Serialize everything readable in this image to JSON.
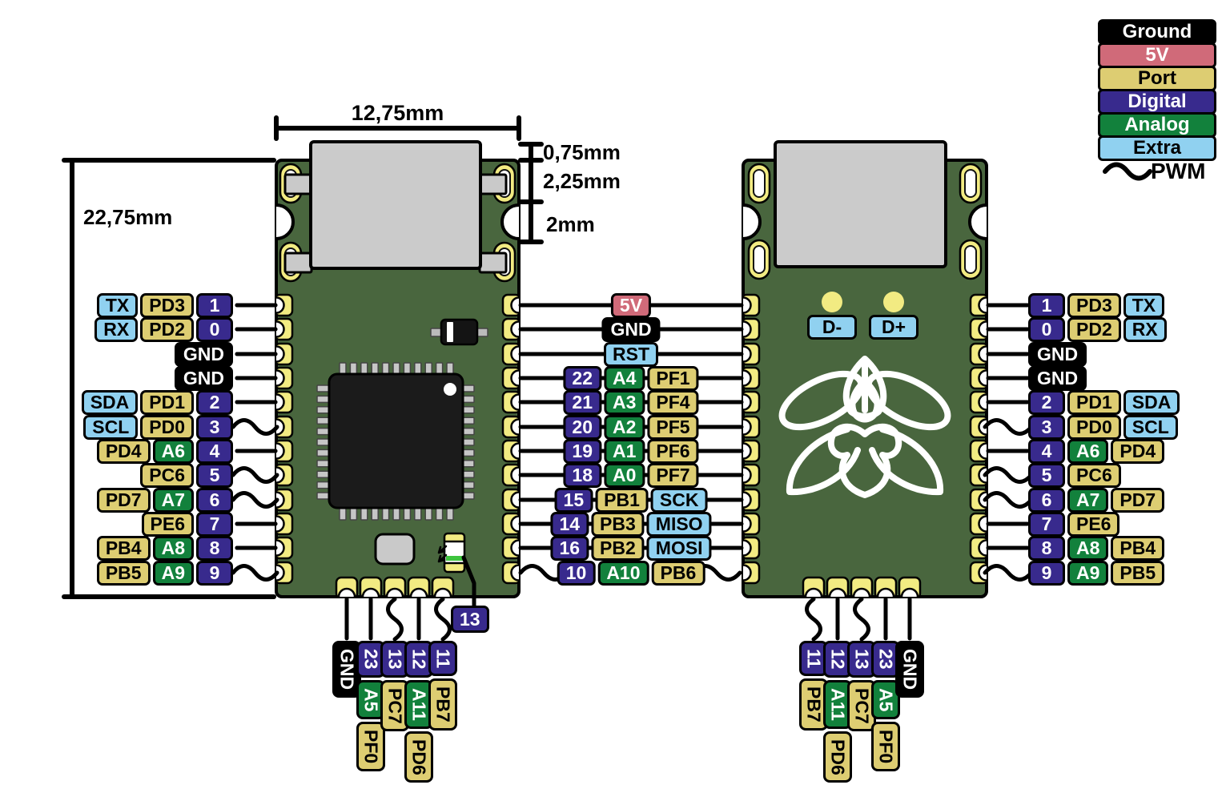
{
  "legend": {
    "items": [
      {
        "label": "Ground",
        "type": "ground"
      },
      {
        "label": "5V",
        "type": "v5"
      },
      {
        "label": "Port",
        "type": "port"
      },
      {
        "label": "Digital",
        "type": "digital"
      },
      {
        "label": "Analog",
        "type": "analog"
      },
      {
        "label": "Extra",
        "type": "extra"
      }
    ],
    "pwm_label": "PWM"
  },
  "dimensions": {
    "width_label": "12,75mm",
    "height_label": "22,75mm",
    "usb_segments": [
      "0,75mm",
      "2,25mm",
      "2mm"
    ]
  },
  "colors": {
    "ground": "#000000",
    "v5": "#d06a79",
    "port": "#ddcd72",
    "digital": "#382a8d",
    "analog": "#12813c",
    "extra": "#90d1f0",
    "board": "#49663e",
    "pad": "#f2eb82",
    "usb_gray": "#cbcbcb",
    "lead_gray": "#c6c6c6",
    "chip_black": "#1b1b1b",
    "led_green": "#3ec43e"
  },
  "left_pins": [
    {
      "chips": [
        {
          "text": "TX",
          "type": "extra"
        },
        {
          "text": "PD3",
          "type": "port"
        },
        {
          "text": "1",
          "type": "digital"
        }
      ],
      "pwm": false
    },
    {
      "chips": [
        {
          "text": "RX",
          "type": "extra"
        },
        {
          "text": "PD2",
          "type": "port"
        },
        {
          "text": "0",
          "type": "digital"
        }
      ],
      "pwm": false
    },
    {
      "chips": [
        {
          "text": "GND",
          "type": "ground"
        }
      ],
      "pwm": false
    },
    {
      "chips": [
        {
          "text": "GND",
          "type": "ground"
        }
      ],
      "pwm": false
    },
    {
      "chips": [
        {
          "text": "SDA",
          "type": "extra"
        },
        {
          "text": "PD1",
          "type": "port"
        },
        {
          "text": "2",
          "type": "digital"
        }
      ],
      "pwm": false
    },
    {
      "chips": [
        {
          "text": "SCL",
          "type": "extra"
        },
        {
          "text": "PD0",
          "type": "port"
        },
        {
          "text": "3",
          "type": "digital"
        }
      ],
      "pwm": true
    },
    {
      "chips": [
        {
          "text": "PD4",
          "type": "port"
        },
        {
          "text": "A6",
          "type": "analog"
        },
        {
          "text": "4",
          "type": "digital"
        }
      ],
      "pwm": false
    },
    {
      "chips": [
        {
          "text": "PC6",
          "type": "port"
        },
        {
          "text": "5",
          "type": "digital"
        }
      ],
      "pwm": true
    },
    {
      "chips": [
        {
          "text": "PD7",
          "type": "port"
        },
        {
          "text": "A7",
          "type": "analog"
        },
        {
          "text": "6",
          "type": "digital"
        }
      ],
      "pwm": true
    },
    {
      "chips": [
        {
          "text": "PE6",
          "type": "port"
        },
        {
          "text": "7",
          "type": "digital"
        }
      ],
      "pwm": false
    },
    {
      "chips": [
        {
          "text": "PB4",
          "type": "port"
        },
        {
          "text": "A8",
          "type": "analog"
        },
        {
          "text": "8",
          "type": "digital"
        }
      ],
      "pwm": false
    },
    {
      "chips": [
        {
          "text": "PB5",
          "type": "port"
        },
        {
          "text": "A9",
          "type": "analog"
        },
        {
          "text": "9",
          "type": "digital"
        }
      ],
      "pwm": true
    }
  ],
  "middle_pins": [
    {
      "chips": [
        {
          "text": "5V",
          "type": "v5"
        }
      ],
      "pwm": false
    },
    {
      "chips": [
        {
          "text": "GND",
          "type": "ground"
        }
      ],
      "pwm": false
    },
    {
      "chips": [
        {
          "text": "RST",
          "type": "extra"
        }
      ],
      "pwm": false
    },
    {
      "chips": [
        {
          "text": "22",
          "type": "digital"
        },
        {
          "text": "A4",
          "type": "analog"
        },
        {
          "text": "PF1",
          "type": "port"
        }
      ],
      "pwm": false
    },
    {
      "chips": [
        {
          "text": "21",
          "type": "digital"
        },
        {
          "text": "A3",
          "type": "analog"
        },
        {
          "text": "PF4",
          "type": "port"
        }
      ],
      "pwm": false
    },
    {
      "chips": [
        {
          "text": "20",
          "type": "digital"
        },
        {
          "text": "A2",
          "type": "analog"
        },
        {
          "text": "PF5",
          "type": "port"
        }
      ],
      "pwm": false
    },
    {
      "chips": [
        {
          "text": "19",
          "type": "digital"
        },
        {
          "text": "A1",
          "type": "analog"
        },
        {
          "text": "PF6",
          "type": "port"
        }
      ],
      "pwm": false
    },
    {
      "chips": [
        {
          "text": "18",
          "type": "digital"
        },
        {
          "text": "A0",
          "type": "analog"
        },
        {
          "text": "PF7",
          "type": "port"
        }
      ],
      "pwm": false
    },
    {
      "chips": [
        {
          "text": "15",
          "type": "digital"
        },
        {
          "text": "PB1",
          "type": "port"
        },
        {
          "text": "SCK",
          "type": "extra"
        }
      ],
      "pwm": false
    },
    {
      "chips": [
        {
          "text": "14",
          "type": "digital"
        },
        {
          "text": "PB3",
          "type": "port"
        },
        {
          "text": "MISO",
          "type": "extra"
        }
      ],
      "pwm": false
    },
    {
      "chips": [
        {
          "text": "16",
          "type": "digital"
        },
        {
          "text": "PB2",
          "type": "port"
        },
        {
          "text": "MOSI",
          "type": "extra"
        }
      ],
      "pwm": false
    },
    {
      "chips": [
        {
          "text": "10",
          "type": "digital"
        },
        {
          "text": "A10",
          "type": "analog"
        },
        {
          "text": "PB6",
          "type": "port"
        }
      ],
      "pwm": true
    }
  ],
  "right_pins": [
    {
      "chips": [
        {
          "text": "1",
          "type": "digital"
        },
        {
          "text": "PD3",
          "type": "port"
        },
        {
          "text": "TX",
          "type": "extra"
        }
      ],
      "pwm": false
    },
    {
      "chips": [
        {
          "text": "0",
          "type": "digital"
        },
        {
          "text": "PD2",
          "type": "port"
        },
        {
          "text": "RX",
          "type": "extra"
        }
      ],
      "pwm": false
    },
    {
      "chips": [
        {
          "text": "GND",
          "type": "ground"
        }
      ],
      "pwm": false
    },
    {
      "chips": [
        {
          "text": "GND",
          "type": "ground"
        }
      ],
      "pwm": false
    },
    {
      "chips": [
        {
          "text": "2",
          "type": "digital"
        },
        {
          "text": "PD1",
          "type": "port"
        },
        {
          "text": "SDA",
          "type": "extra"
        }
      ],
      "pwm": false
    },
    {
      "chips": [
        {
          "text": "3",
          "type": "digital"
        },
        {
          "text": "PD0",
          "type": "port"
        },
        {
          "text": "SCL",
          "type": "extra"
        }
      ],
      "pwm": true
    },
    {
      "chips": [
        {
          "text": "4",
          "type": "digital"
        },
        {
          "text": "A6",
          "type": "analog"
        },
        {
          "text": "PD4",
          "type": "port"
        }
      ],
      "pwm": false
    },
    {
      "chips": [
        {
          "text": "5",
          "type": "digital"
        },
        {
          "text": "PC6",
          "type": "port"
        }
      ],
      "pwm": true
    },
    {
      "chips": [
        {
          "text": "6",
          "type": "digital"
        },
        {
          "text": "A7",
          "type": "analog"
        },
        {
          "text": "PD7",
          "type": "port"
        }
      ],
      "pwm": true
    },
    {
      "chips": [
        {
          "text": "7",
          "type": "digital"
        },
        {
          "text": "PE6",
          "type": "port"
        }
      ],
      "pwm": false
    },
    {
      "chips": [
        {
          "text": "8",
          "type": "digital"
        },
        {
          "text": "A8",
          "type": "analog"
        },
        {
          "text": "PB4",
          "type": "port"
        }
      ],
      "pwm": false
    },
    {
      "chips": [
        {
          "text": "9",
          "type": "digital"
        },
        {
          "text": "A9",
          "type": "analog"
        },
        {
          "text": "PB5",
          "type": "port"
        }
      ],
      "pwm": true
    }
  ],
  "bottom_left_pins": [
    {
      "chips": [
        {
          "text": "GND",
          "type": "ground"
        }
      ],
      "pwm": false
    },
    {
      "chips": [
        {
          "text": "23",
          "type": "digital"
        },
        {
          "text": "A5",
          "type": "analog"
        },
        {
          "text": "PF0",
          "type": "port"
        }
      ],
      "pwm": false
    },
    {
      "chips": [
        {
          "text": "13",
          "type": "digital"
        },
        {
          "text": "PC7",
          "type": "port"
        }
      ],
      "pwm": true
    },
    {
      "chips": [
        {
          "text": "12",
          "type": "digital"
        },
        {
          "text": "A11",
          "type": "analog"
        },
        {
          "text": "PD6",
          "type": "port"
        }
      ],
      "pwm": false
    },
    {
      "chips": [
        {
          "text": "11",
          "type": "digital"
        },
        {
          "text": "PB7",
          "type": "port"
        }
      ],
      "pwm": true
    }
  ],
  "bottom_right_pins": [
    {
      "chips": [
        {
          "text": "11",
          "type": "digital"
        },
        {
          "text": "PB7",
          "type": "port"
        }
      ],
      "pwm": true
    },
    {
      "chips": [
        {
          "text": "12",
          "type": "digital"
        },
        {
          "text": "A11",
          "type": "analog"
        },
        {
          "text": "PD6",
          "type": "port"
        }
      ],
      "pwm": false
    },
    {
      "chips": [
        {
          "text": "13",
          "type": "digital"
        },
        {
          "text": "PC7",
          "type": "port"
        }
      ],
      "pwm": true
    },
    {
      "chips": [
        {
          "text": "23",
          "type": "digital"
        },
        {
          "text": "A5",
          "type": "analog"
        },
        {
          "text": "PF0",
          "type": "port"
        }
      ],
      "pwm": false
    },
    {
      "chips": [
        {
          "text": "GND",
          "type": "ground"
        }
      ],
      "pwm": false
    }
  ],
  "led_label": {
    "text": "13",
    "type": "digital"
  },
  "usb_data_pads": [
    {
      "text": "D-",
      "type": "extra"
    },
    {
      "text": "D+",
      "type": "extra"
    }
  ]
}
